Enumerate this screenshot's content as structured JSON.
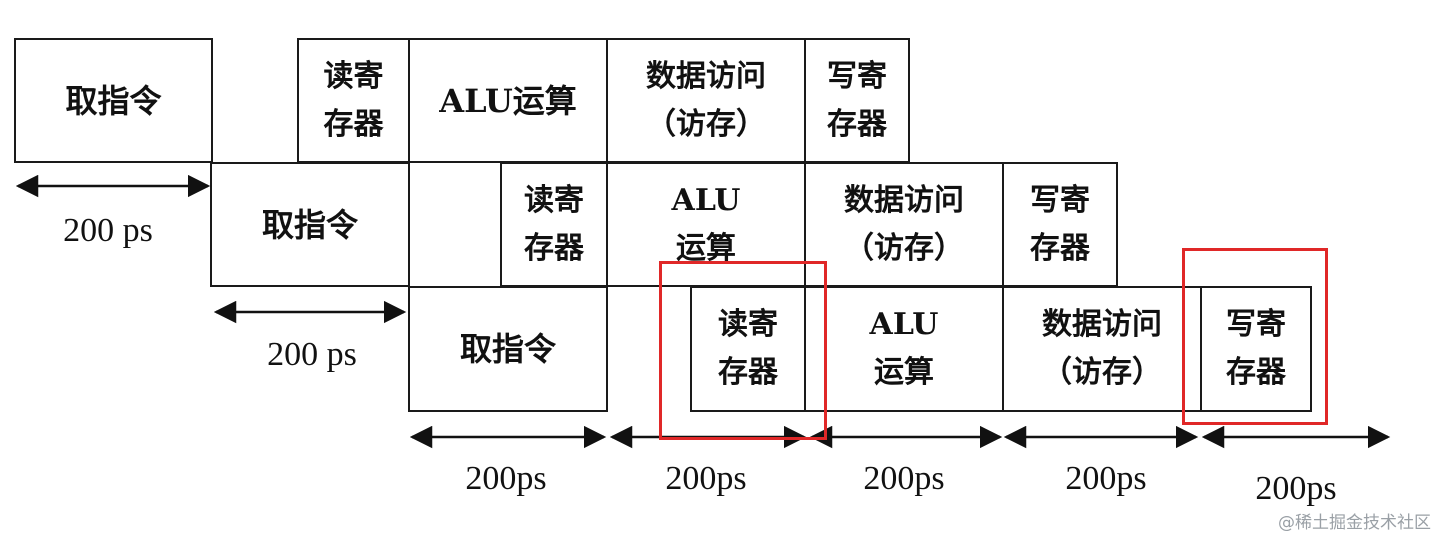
{
  "stages": {
    "fetch": "取指令",
    "read_reg": "读寄\n存器",
    "alu": "ALU运算",
    "alu_split": "ALU\n运算",
    "mem": "数据访问\n（访存）",
    "write_reg": "写寄\n存器"
  },
  "timing": {
    "first": "200 ps",
    "period": "200ps"
  },
  "highlight_color": "#e02828",
  "watermark": "@稀土掘金技术社区"
}
